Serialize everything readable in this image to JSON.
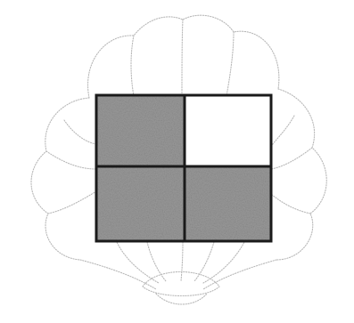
{
  "figure": {
    "kind": "fraction-model",
    "background": "scallop-shell",
    "grid": {
      "rows": 2,
      "cols": 2,
      "cells": [
        {
          "row": 0,
          "col": 0,
          "shaded": true
        },
        {
          "row": 0,
          "col": 1,
          "shaded": false
        },
        {
          "row": 1,
          "col": 0,
          "shaded": true
        },
        {
          "row": 1,
          "col": 1,
          "shaded": true
        }
      ],
      "shaded_count": 3,
      "total_count": 4
    },
    "colors": {
      "shade": "#9a9a9a",
      "unshaded": "#ffffff",
      "border": "#1a1a1a",
      "shell_outline": "#b8b8b8"
    }
  }
}
